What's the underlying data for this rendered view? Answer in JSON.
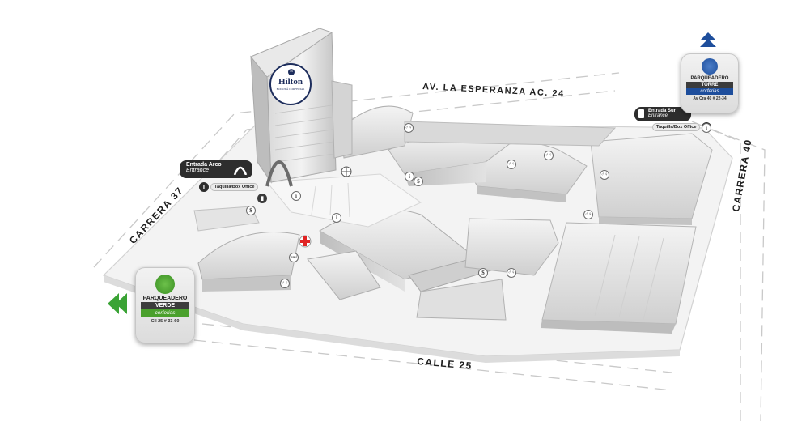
{
  "streets": {
    "north": "AV. LA ESPERANZA AC. 24",
    "west": "CARRERA 37",
    "east": "CARRERA 40",
    "south": "CALLE 25"
  },
  "hotel": {
    "name": "Hilton",
    "subtitle": "BOGOTÁ CORFERIAS"
  },
  "entrances": {
    "arco": {
      "name": "Entrada Arco",
      "en": "Entrance"
    },
    "sur": {
      "name": "Entrada Sur",
      "en": "Entrance"
    }
  },
  "ticket_office": {
    "label": "Taquilla/Box Office",
    "icon": "T"
  },
  "parking": {
    "verde": {
      "title": "PARQUEADERO",
      "name": "VERDE",
      "brand": "corferias",
      "address": "Cll 25 # 33-60",
      "color": "#4aa02c"
    },
    "torre": {
      "title": "PARQUEADERO",
      "name": "TORRE",
      "brand": "corferias",
      "address": "Av Cra 40 # 22-34",
      "color": "#1e4e9c"
    }
  },
  "services": {
    "info": "i",
    "money": "$",
    "medical": "emi"
  },
  "colors": {
    "accent_green": "#3aa335",
    "accent_blue": "#1e4e9c",
    "entrance_bg": "#2d2d2d",
    "medical_red": "#e02424"
  }
}
